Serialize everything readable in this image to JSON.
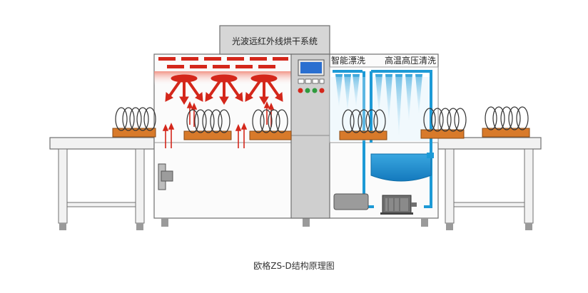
{
  "labels": {
    "dryer": "光波远红外线烘干系统",
    "rinse": "智能漂洗",
    "wash": "高温高压清洗"
  },
  "caption": "欧格ZS-D结构原理图",
  "colors": {
    "steel": "#f4f4f4",
    "outline": "#707070",
    "heat_red": "#d4271b",
    "water_blue": "#1d9ad6",
    "tray_orange": "#d87a2a",
    "control_gray": "#c9c9c9",
    "screen_blue": "#2a6fd0"
  }
}
